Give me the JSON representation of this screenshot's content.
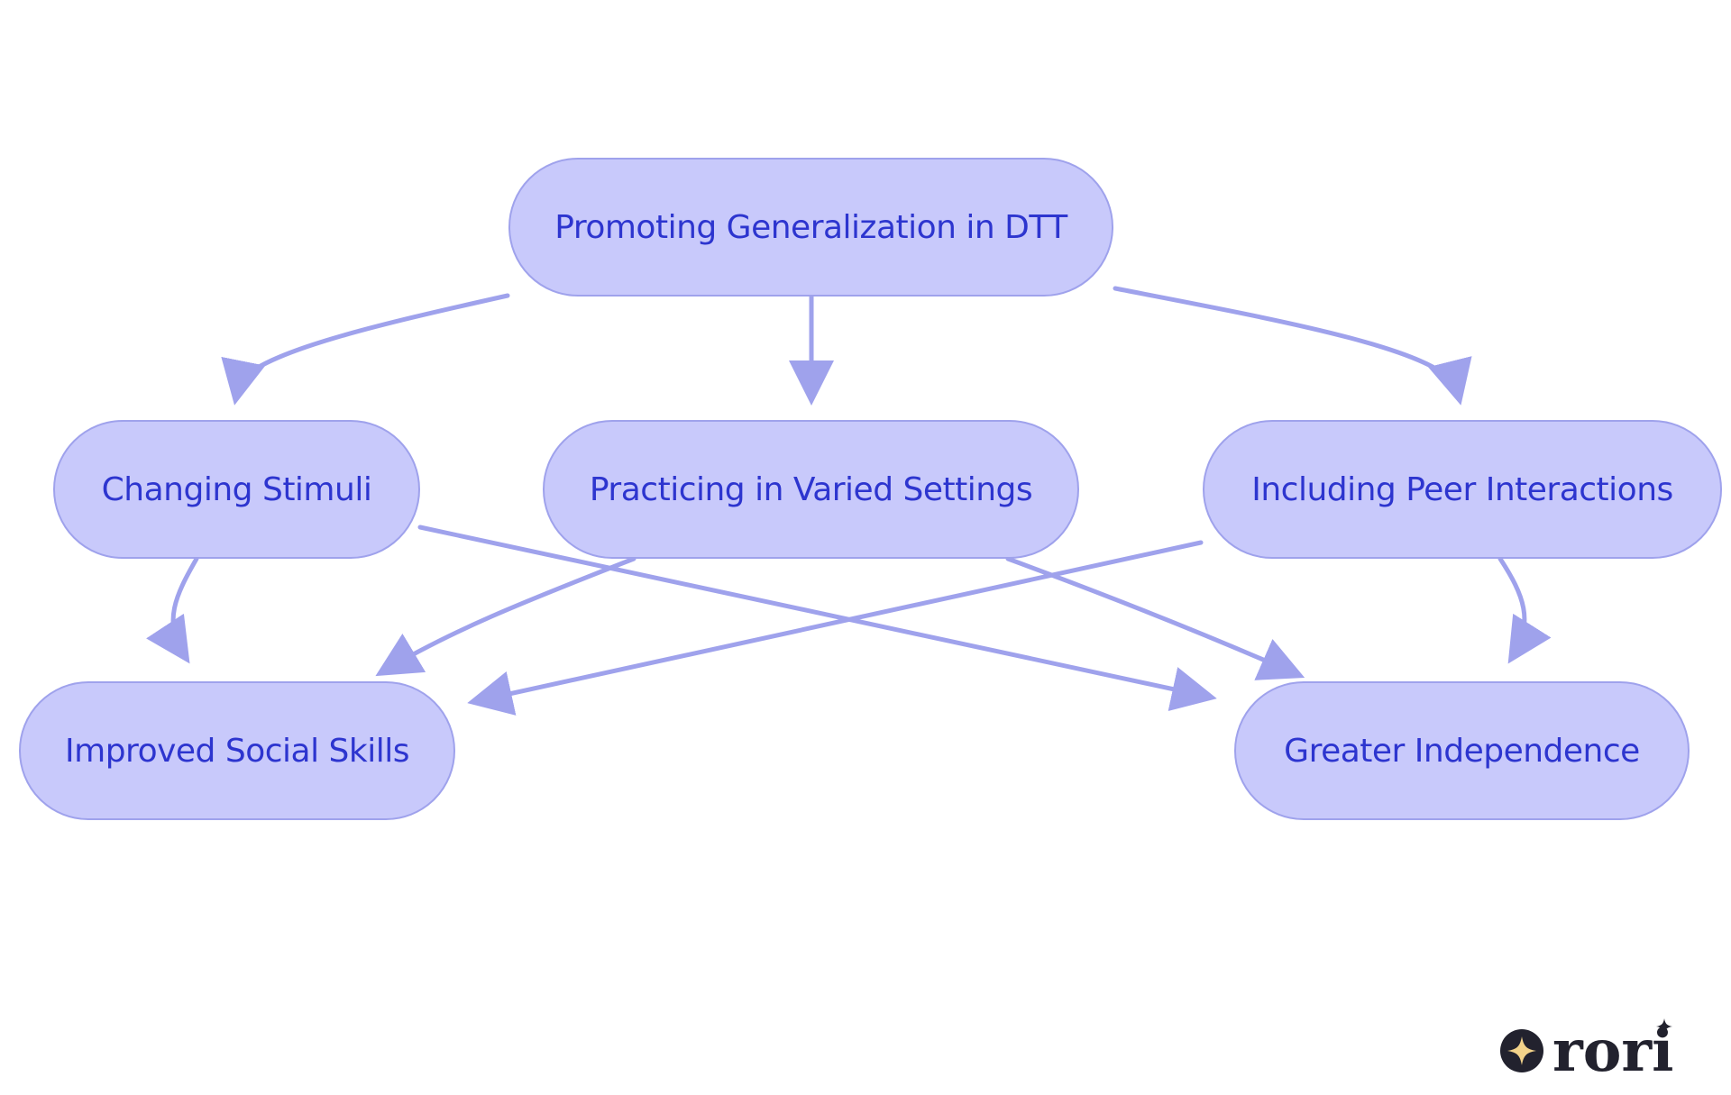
{
  "diagram": {
    "nodes": {
      "root": "Promoting Generalization in DTT",
      "changing_stimuli": "Changing Stimuli",
      "varied_settings": "Practicing in Varied Settings",
      "peer_interactions": "Including Peer Interactions",
      "social_skills": "Improved Social Skills",
      "independence": "Greater Independence"
    },
    "edges": [
      {
        "from": "root",
        "to": "changing_stimuli"
      },
      {
        "from": "root",
        "to": "varied_settings"
      },
      {
        "from": "root",
        "to": "peer_interactions"
      },
      {
        "from": "changing_stimuli",
        "to": "social_skills"
      },
      {
        "from": "changing_stimuli",
        "to": "independence"
      },
      {
        "from": "varied_settings",
        "to": "social_skills"
      },
      {
        "from": "varied_settings",
        "to": "independence"
      },
      {
        "from": "peer_interactions",
        "to": "social_skills"
      },
      {
        "from": "peer_interactions",
        "to": "independence"
      }
    ]
  },
  "colors": {
    "node_fill": "#c8c9fb",
    "node_border": "#9fa2ec",
    "node_text": "#2d35cf",
    "edge": "#9fa2ec",
    "logo_dark": "#22222e",
    "logo_star": "#f3d38a"
  },
  "logo": {
    "text": "rori"
  }
}
